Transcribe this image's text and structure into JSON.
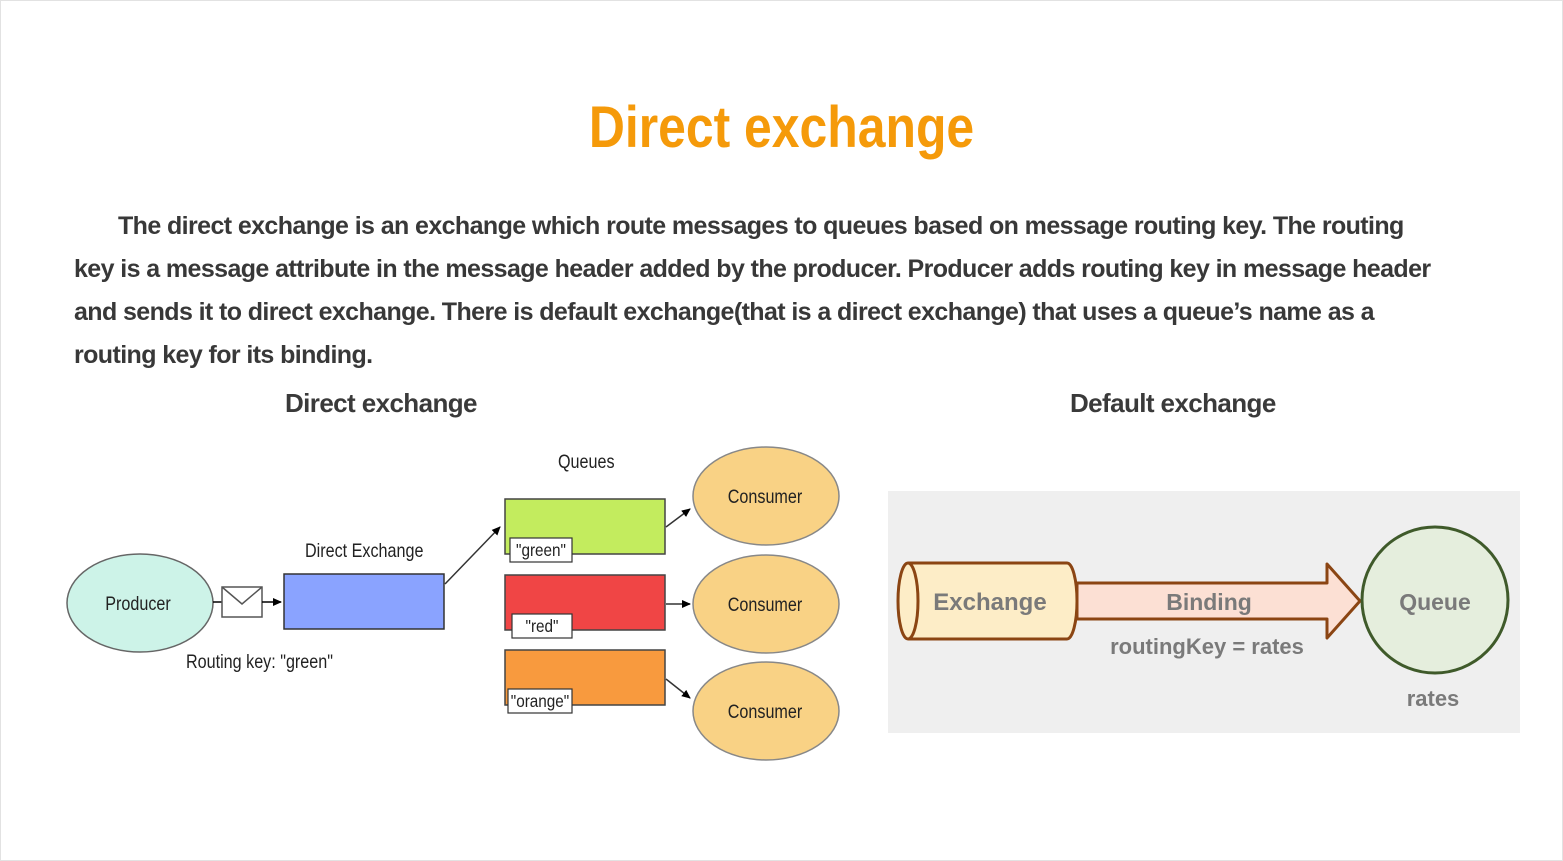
{
  "slide": {
    "title": "Direct exchange",
    "description": "The direct exchange is an exchange which route messages to queues based on message routing key. The routing key is a message attribute in the message header added by the producer. Producer adds routing key in message header and sends it to direct exchange. There is default exchange(that is a direct exchange) that uses a queue’s name as a routing key for its binding."
  },
  "direct_diagram": {
    "title": "Direct exchange",
    "producer": "Producer",
    "exchange_label": "Direct Exchange",
    "routing_key": "Routing key: \"green\"",
    "queues_label": "Queues",
    "queues": [
      {
        "key": "\"green\"",
        "color": "#c3ec5e"
      },
      {
        "key": "\"red\"",
        "color": "#f04545"
      },
      {
        "key": "\"orange\"",
        "color": "#f89a3e"
      }
    ],
    "consumers": [
      "Consumer",
      "Consumer",
      "Consumer"
    ],
    "colors": {
      "producer": "#cdf3e8",
      "exchange": "#8aa3ff",
      "consumer": "#f9d285"
    }
  },
  "default_diagram": {
    "title": "Default exchange",
    "exchange": "Exchange",
    "binding": "Binding",
    "routing_key": "routingKey = rates",
    "queue": "Queue",
    "queue_name": "rates",
    "colors": {
      "background": "#efefef",
      "exchange": "#fdedc7",
      "binding": "#fce0d4",
      "queue": "#e5eedd",
      "outline": "#8b4513"
    }
  }
}
